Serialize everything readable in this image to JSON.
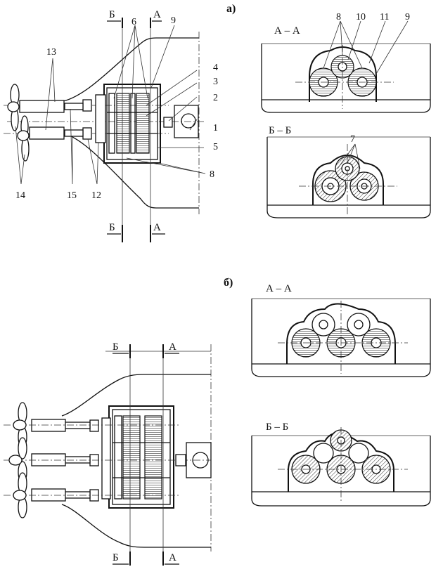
{
  "figure_a": {
    "label": "а)",
    "section_aa": "А – А",
    "section_bb": "Б – Б",
    "cut_a": "А",
    "cut_b": "Б",
    "callouts": [
      "1",
      "2",
      "3",
      "4",
      "5",
      "6",
      "7",
      "8",
      "9",
      "10",
      "11",
      "12",
      "13",
      "14",
      "15"
    ]
  },
  "figure_b": {
    "label": "б)",
    "section_aa": "А – А",
    "section_bb": "Б – Б",
    "cut_a": "А",
    "cut_b": "Б"
  }
}
